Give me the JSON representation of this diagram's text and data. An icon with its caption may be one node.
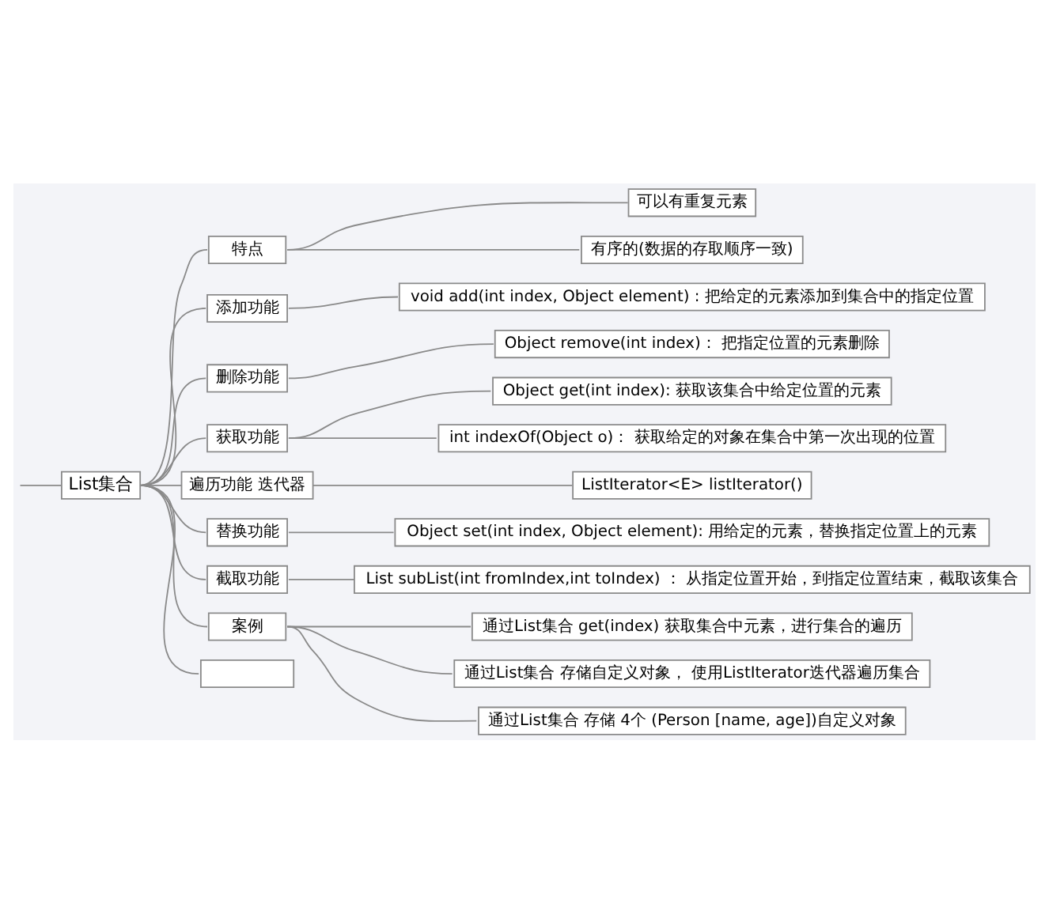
{
  "diagram": {
    "nodes": [
      {
        "text": [
          "List集合"
        ]
      },
      {
        "text": [
          "特点"
        ]
      },
      {
        "text": [
          "可以有重复元素"
        ]
      },
      {
        "text": [
          "有序的(数据的存取顺序一致)"
        ]
      },
      {
        "text": [
          "添加功能"
        ]
      },
      {
        "text": [
          "void add(int index, Object element) : 把给定的元素添加到集合中的指定位置"
        ]
      },
      {
        "text": [
          "删除功能"
        ]
      },
      {
        "text": [
          "Object remove(int index)： 把指定位置的元素删除"
        ]
      },
      {
        "text": [
          "获取功能"
        ]
      },
      {
        "text": [
          "Object get(int index): 获取该集合中给定位置的元素"
        ]
      },
      {
        "text": [
          "int indexOf(Object o)： 获取给定的对象在集合中第一次出现的位置"
        ]
      },
      {
        "text": [
          "遍历功能 迭代器"
        ]
      },
      {
        "text": [
          "ListIterator<E> listIterator()"
        ]
      },
      {
        "text": [
          "替换功能"
        ]
      },
      {
        "text": [
          "Object set(int index, Object element): 用给定的元素，替换指定位置上的元素"
        ]
      },
      {
        "text": [
          "截取功能"
        ]
      },
      {
        "text": [
          "List subList(int fromIndex,int toIndex) ： 从指定位置开始，到指定位置结束，截取该集合"
        ]
      },
      {
        "text": [
          "案例"
        ]
      },
      {
        "text": [
          "通过List集合 get(index) 获取集合中元素，进行集合的遍历"
        ]
      },
      {
        "text": [
          "通过List集合 存储自定义对象， 使用ListIterator迭代器遍历集合"
        ]
      },
      {
        "text": [
          "通过List集合 存储 4个 (Person [name, age])自定义对象"
        ]
      },
      {
        "text": [],
        "shape": "box"
      }
    ],
    "edges": [
      {
        "from": null,
        "to": 0,
        "arrow": "none"
      },
      {
        "from": 0,
        "to": 1,
        "arrow": "none"
      },
      {
        "from": 1,
        "to": 2,
        "arrow": "none"
      },
      {
        "from": 1,
        "to": 3,
        "arrow": "none"
      },
      {
        "from": 0,
        "to": 4,
        "arrow": "none"
      },
      {
        "from": 4,
        "to": 5,
        "arrow": "none"
      },
      {
        "from": 0,
        "to": 6,
        "arrow": "none"
      },
      {
        "from": 6,
        "to": 7,
        "arrow": "none"
      },
      {
        "from": 0,
        "to": 8,
        "arrow": "none"
      },
      {
        "from": 8,
        "to": 9,
        "arrow": "none"
      },
      {
        "from": 8,
        "to": 10,
        "arrow": "none"
      },
      {
        "from": 0,
        "to": 11,
        "arrow": "none"
      },
      {
        "from": 11,
        "to": 12,
        "arrow": "none"
      },
      {
        "from": 0,
        "to": 13,
        "arrow": "none"
      },
      {
        "from": 13,
        "to": 14,
        "arrow": "none"
      },
      {
        "from": 0,
        "to": 15,
        "arrow": "none"
      },
      {
        "from": 15,
        "to": 16,
        "arrow": "none"
      },
      {
        "from": 0,
        "to": 17,
        "arrow": "none"
      },
      {
        "from": 17,
        "to": 18,
        "arrow": "none"
      },
      {
        "from": 17,
        "to": 19,
        "arrow": "none"
      },
      {
        "from": 17,
        "to": 20,
        "arrow": "none"
      },
      {
        "from": 0,
        "to": 21,
        "arrow": "none"
      }
    ]
  }
}
